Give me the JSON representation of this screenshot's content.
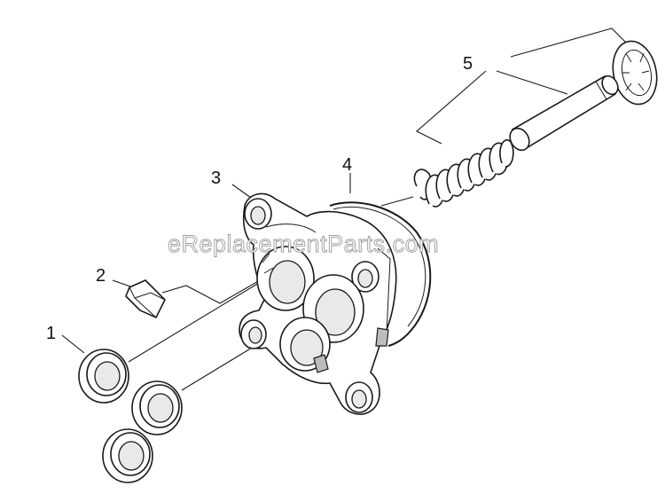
{
  "diagram": {
    "watermark": "eReplacementParts.com",
    "callouts": [
      {
        "id": "1",
        "label": "1"
      },
      {
        "id": "2",
        "label": "2"
      },
      {
        "id": "3",
        "label": "3"
      },
      {
        "id": "4",
        "label": "4"
      },
      {
        "id": "5",
        "label": "5"
      }
    ],
    "colors": {
      "line": "#1a1a1a",
      "background": "#ffffff",
      "watermark_outline": "#9a9a9a"
    }
  }
}
